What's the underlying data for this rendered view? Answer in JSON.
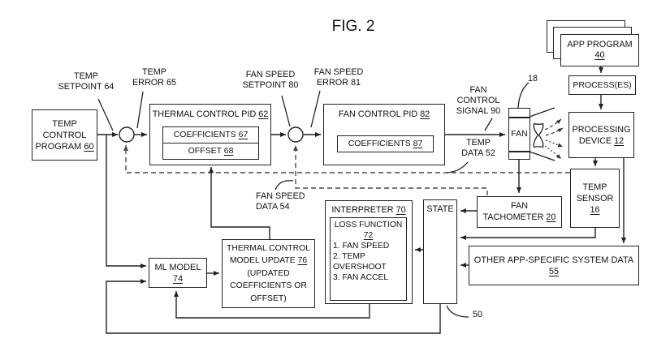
{
  "figure": {
    "title": "FIG. 2"
  },
  "colors": {
    "line": "#222222",
    "dashed_line": "#4a4a4a",
    "background": "#ffffff",
    "text": "#111111"
  },
  "boxes": {
    "temp_control_program": {
      "l1": "TEMP",
      "l2": "CONTROL",
      "l3": "PROGRAM",
      "num": "60"
    },
    "thermal_control_pid": {
      "title": "THERMAL CONTROL PID",
      "num": "62",
      "coefficients_label": "COEFFICIENTS",
      "coefficients_num": "67",
      "offset_label": "OFFSET",
      "offset_num": "68"
    },
    "fan_control_pid": {
      "title": "FAN CONTROL PID",
      "num": "82",
      "coefficients_label": "COEFFICIENTS",
      "coefficients_num": "87"
    },
    "fan": {
      "label": "FAN",
      "ref": "18"
    },
    "app_program": {
      "label": "APP PROGRAM",
      "num": "40"
    },
    "processes": {
      "label": "PROCESS(ES)"
    },
    "processing_device": {
      "l1": "PROCESSING",
      "l2": "DEVICE",
      "num": "12"
    },
    "temp_sensor": {
      "l1": "TEMP",
      "l2": "SENSOR",
      "num": "16"
    },
    "fan_tachometer": {
      "l1": "FAN",
      "l2": "TACHOMETER",
      "num": "20"
    },
    "state": {
      "label": "STATE",
      "ref": "50"
    },
    "interpreter": {
      "title": "INTERPRETER",
      "num": "70",
      "loss_function": {
        "title": "LOSS FUNCTION",
        "num": "72",
        "items": [
          "1. FAN SPEED",
          "2. TEMP OVERSHOOT",
          "3. FAN ACCEL"
        ]
      }
    },
    "other_system_data": {
      "label": "OTHER APP-SPECIFIC SYSTEM DATA",
      "num": "55"
    },
    "ml_model": {
      "label": "ML MODEL",
      "num": "74"
    },
    "thermal_control_model_update": {
      "l1": "THERMAL CONTROL",
      "l2": "MODEL UPDATE",
      "num": "76",
      "l3": "(UPDATED",
      "l4": "COEFFICIENTS OR",
      "l5": "OFFSET)"
    }
  },
  "signal_labels": {
    "temp_setpoint": {
      "l1": "TEMP",
      "l2": "SETPOINT 64"
    },
    "temp_error": {
      "l1": "TEMP",
      "l2": "ERROR 65"
    },
    "fan_speed_setpoint": {
      "l1": "FAN SPEED",
      "l2": "SETPOINT 80"
    },
    "fan_speed_error": {
      "l1": "FAN SPEED",
      "l2": "ERROR 81"
    },
    "fan_control_signal": {
      "l1": "FAN",
      "l2": "CONTROL",
      "l3": "SIGNAL 90"
    },
    "temp_data": {
      "l1": "TEMP",
      "l2": "DATA 52"
    },
    "fan_speed_data": {
      "l1": "FAN SPEED",
      "l2": "DATA 54"
    }
  }
}
